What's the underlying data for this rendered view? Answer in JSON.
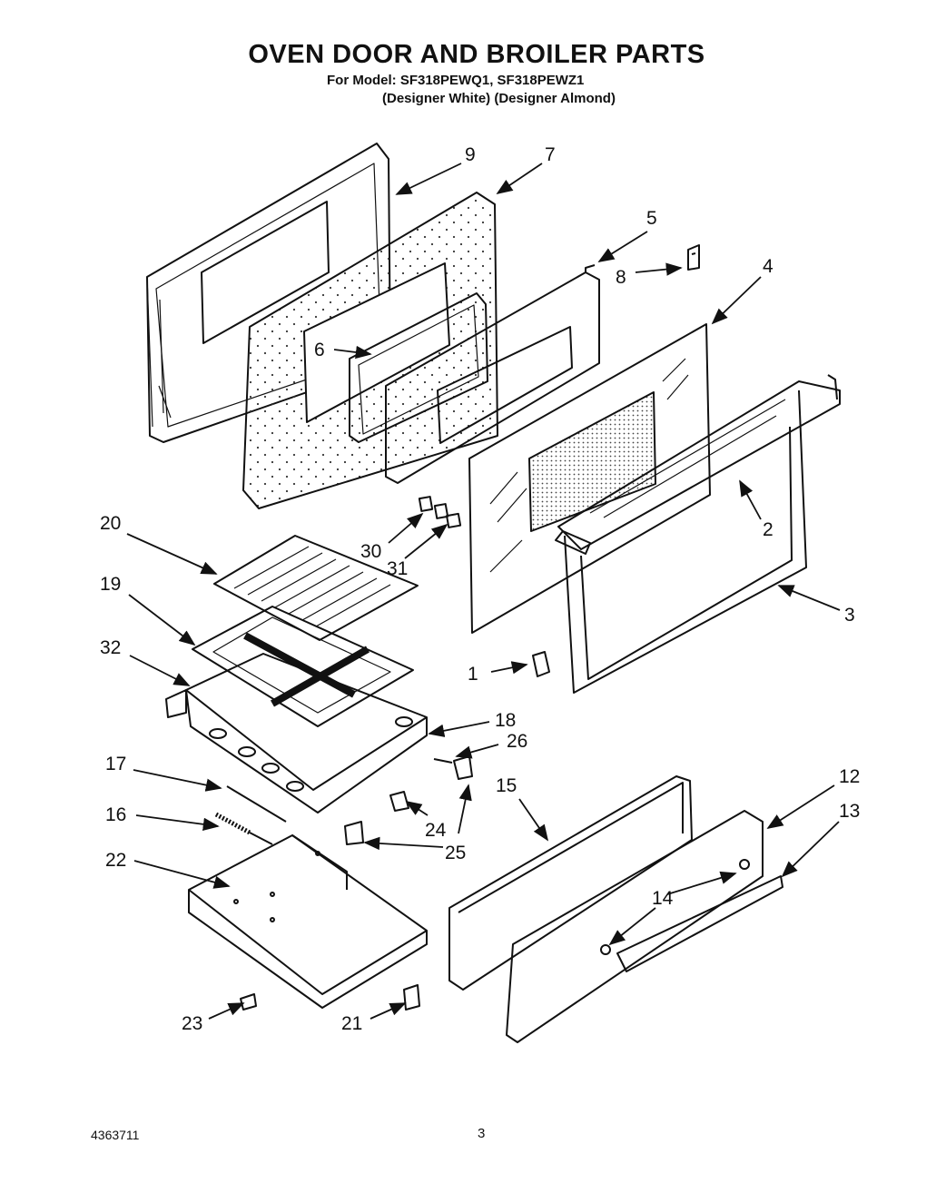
{
  "header": {
    "title": "OVEN DOOR AND BROILER PARTS",
    "model_line": "For Model: SF318PEWQ1, SF318PEWZ1",
    "finish_line": "(Designer White) (Designer Almond)"
  },
  "callouts": [
    "9",
    "7",
    "5",
    "8",
    "4",
    "6",
    "2",
    "20",
    "30",
    "31",
    "19",
    "3",
    "32",
    "1",
    "18",
    "26",
    "17",
    "15",
    "12",
    "13",
    "16",
    "24",
    "25",
    "22",
    "14",
    "23",
    "21"
  ],
  "footer": {
    "doc_number": "4363711",
    "page_number": "3"
  }
}
